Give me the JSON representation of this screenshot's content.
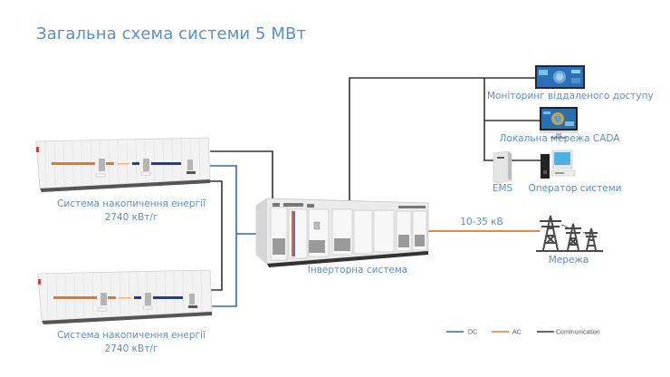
{
  "title": "Загальна схема системи 5 МВт",
  "storage_units": [
    {
      "name": "Система накопичення енергії",
      "capacity": "2740 кВт/г"
    },
    {
      "name": "Система накопичення енергії",
      "capacity": "2740 кВт/г"
    }
  ],
  "inverter": {
    "label": "Інверторна система"
  },
  "grid": {
    "label": "Мережа",
    "voltage": "10-35 кВ"
  },
  "monitoring": {
    "remote": "Моніторинг віддаленого доступу",
    "local": "Локальна мережа CADA",
    "ems": "EMS",
    "operator": "Оператор системи"
  },
  "legend": [
    {
      "label": "DC",
      "color": "#2f6db5",
      "icon": "dc-line"
    },
    {
      "label": "AC",
      "color": "#e07a2a",
      "icon": "ac-line"
    },
    {
      "label": "Communication",
      "color": "#333333",
      "icon": "communication-line"
    }
  ],
  "colors": {
    "dc": "#2f6db5",
    "ac": "#e07a2a",
    "comm": "#333333",
    "text": "#5b8fc9"
  }
}
